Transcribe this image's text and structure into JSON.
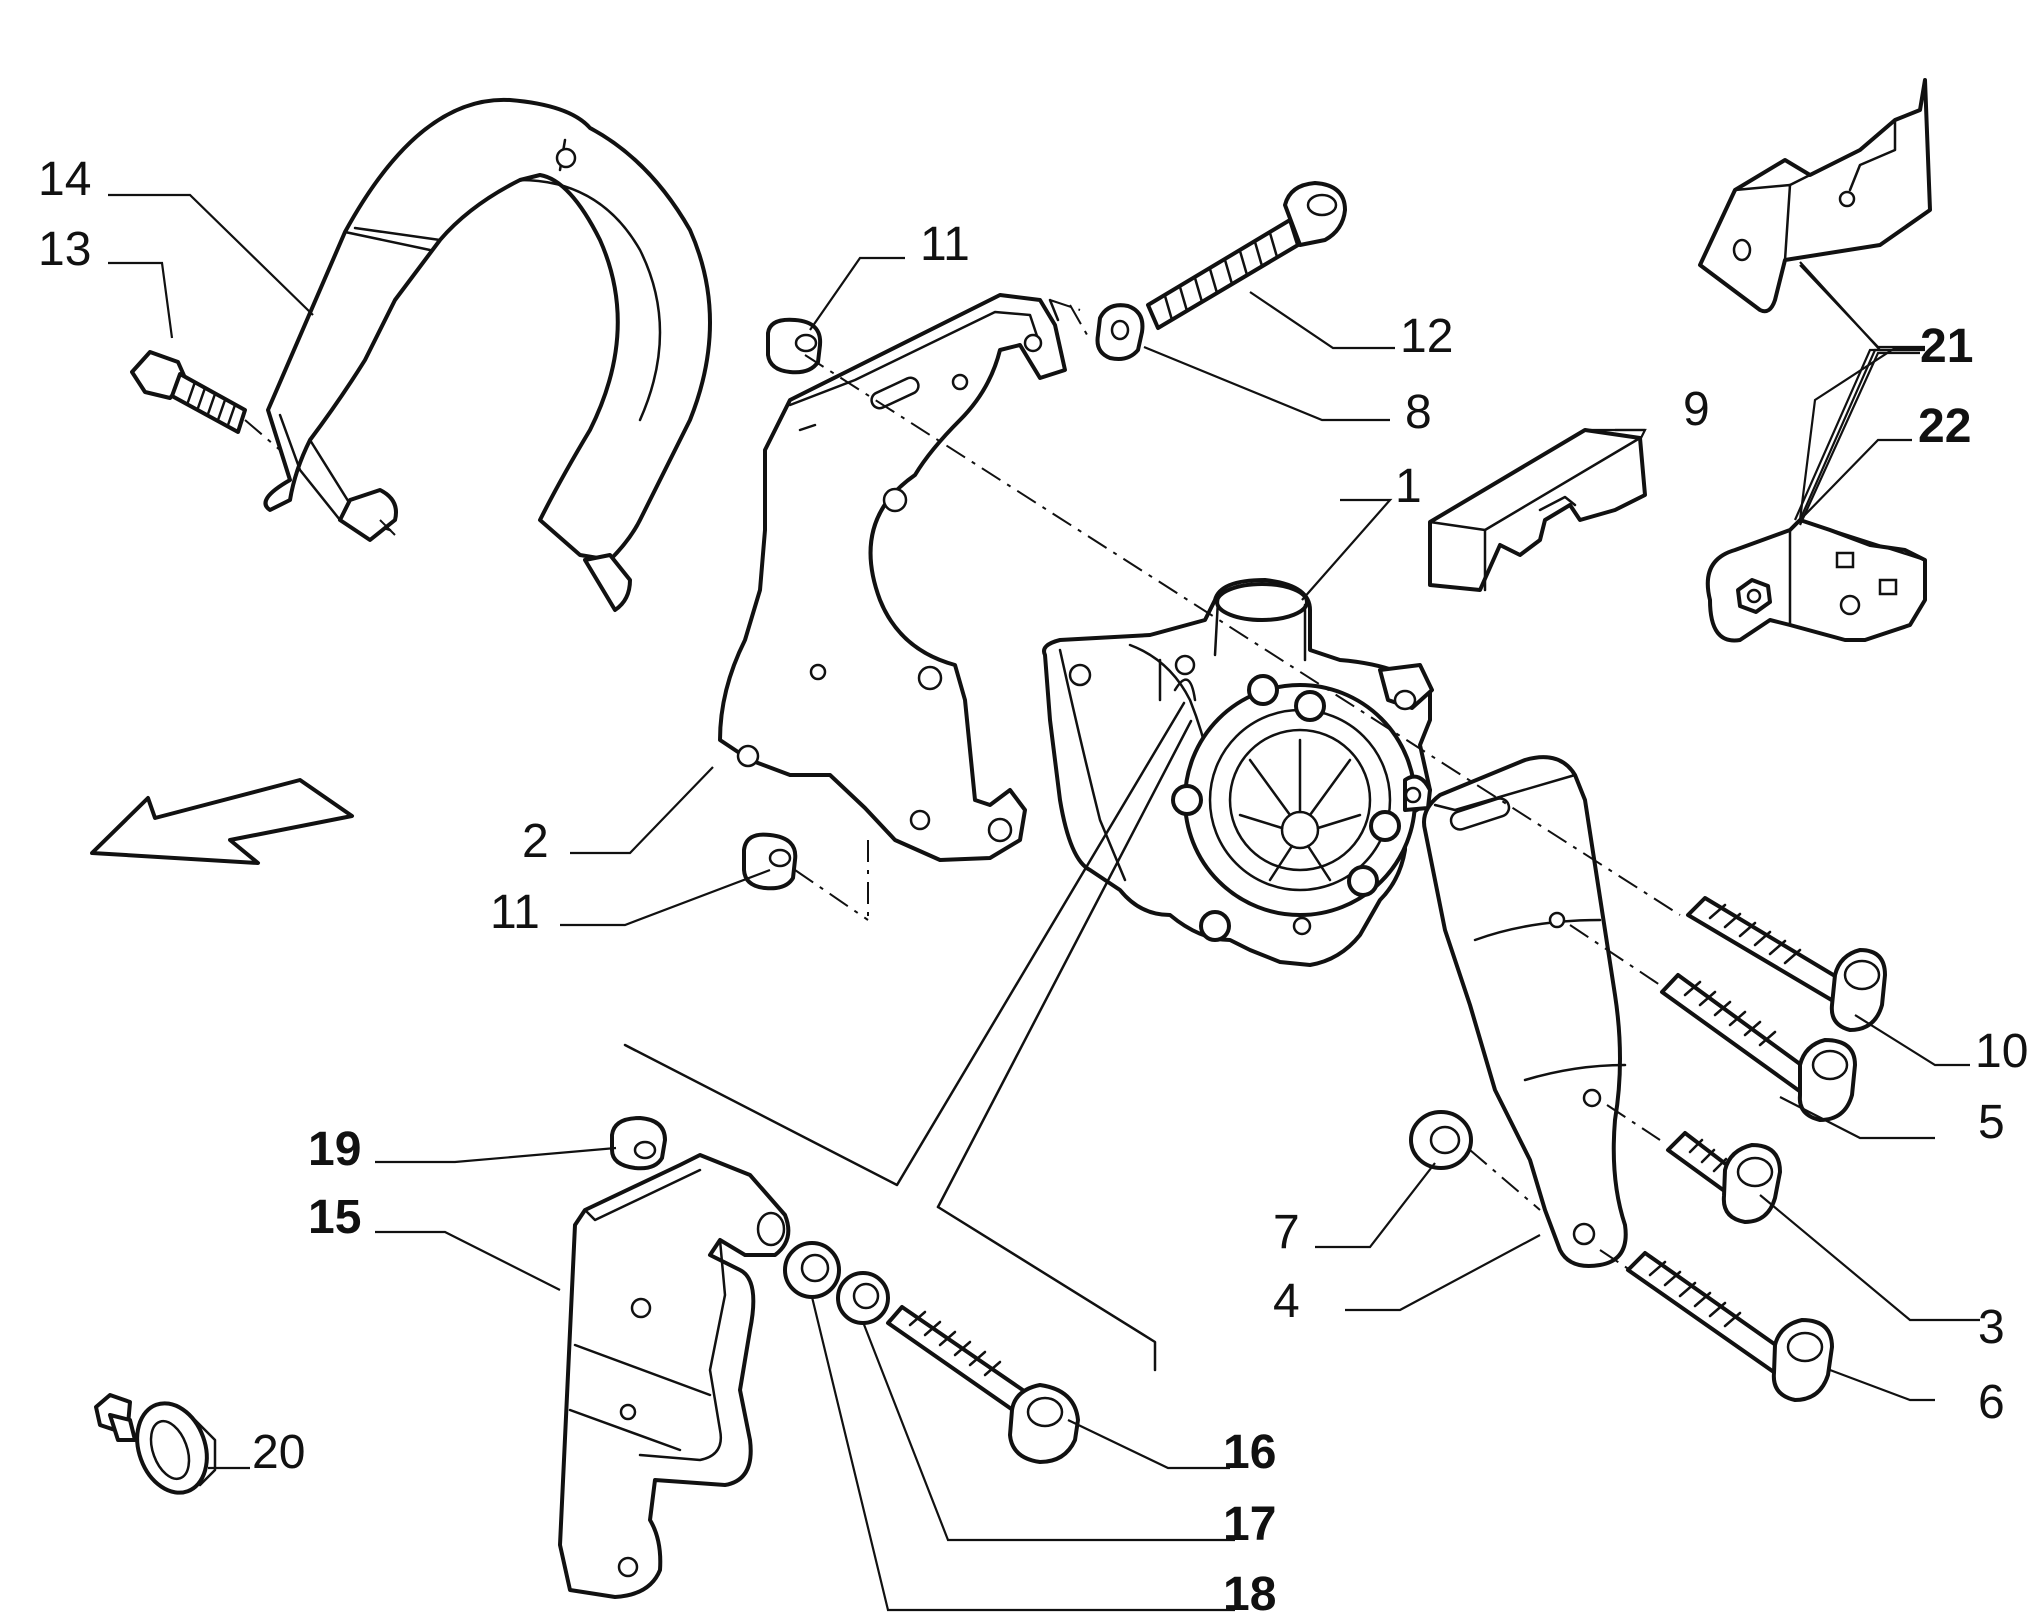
{
  "callouts": {
    "c1": "1",
    "c2": "2",
    "c3": "3",
    "c4": "4",
    "c5": "5",
    "c6": "6",
    "c7": "7",
    "c8": "8",
    "c9": "9",
    "c10": "10",
    "c11a": "11",
    "c11b": "11",
    "c12": "12",
    "c13": "13",
    "c14": "14",
    "c15": "15",
    "c16": "16",
    "c17": "17",
    "c18": "18",
    "c19": "19",
    "c20": "20",
    "c21": "21",
    "c22": "22"
  },
  "icons": {
    "direction_arrow": "arrow-icon"
  }
}
